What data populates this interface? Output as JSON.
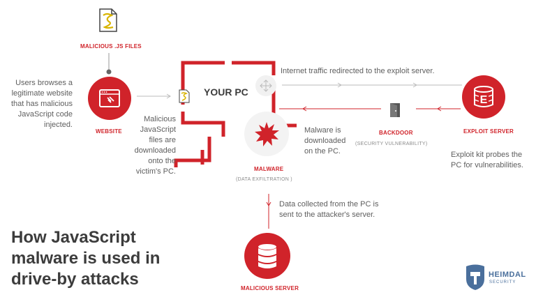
{
  "nodes": {
    "malicious_js_files": {
      "label": "MALICIOUS .JS FILES",
      "icon": "js-file-icon"
    },
    "website": {
      "label": "WEBSITE",
      "icon": "hand-cursor-browser-icon"
    },
    "your_pc": {
      "label": "YOUR PC"
    },
    "malware": {
      "label": "MALWARE",
      "sublabel": "(DATA EXFILTRATION )",
      "icon": "malware-burst-icon"
    },
    "backdoor": {
      "label": "BACKDOOR",
      "sublabel": "(SECURITY VULNERABILITY)",
      "icon": "door-icon"
    },
    "exploit_server": {
      "label": "EXPLOIT SERVER",
      "icon": "server-e-icon"
    },
    "malicious_server": {
      "label": "MALICIOUS SERVER",
      "icon": "database-server-icon"
    }
  },
  "texts": {
    "users_browse": "Users browses a legitimate website that has malicious JavaScript code injected.",
    "malicious_files": "Malicious JavaScript files are downloaded onto the victim's PC.",
    "redirect": "Internet traffic redirected to the exploit server.",
    "malware_downloaded": "Malware is downloaded on the PC.",
    "exploit_probe": "Exploit kit probes the PC for vulnerabilities.",
    "data_collected": "Data collected from the PC is sent to the attacker's server."
  },
  "title": "How JavaScript malware is used in drive-by attacks",
  "brand": {
    "name": "HEIMDAL",
    "tagline": "SECURITY"
  },
  "colors": {
    "accent": "#d0232a",
    "text": "#5e5e5e",
    "heading": "#3c3c3c",
    "muted": "#a0a0a0"
  }
}
